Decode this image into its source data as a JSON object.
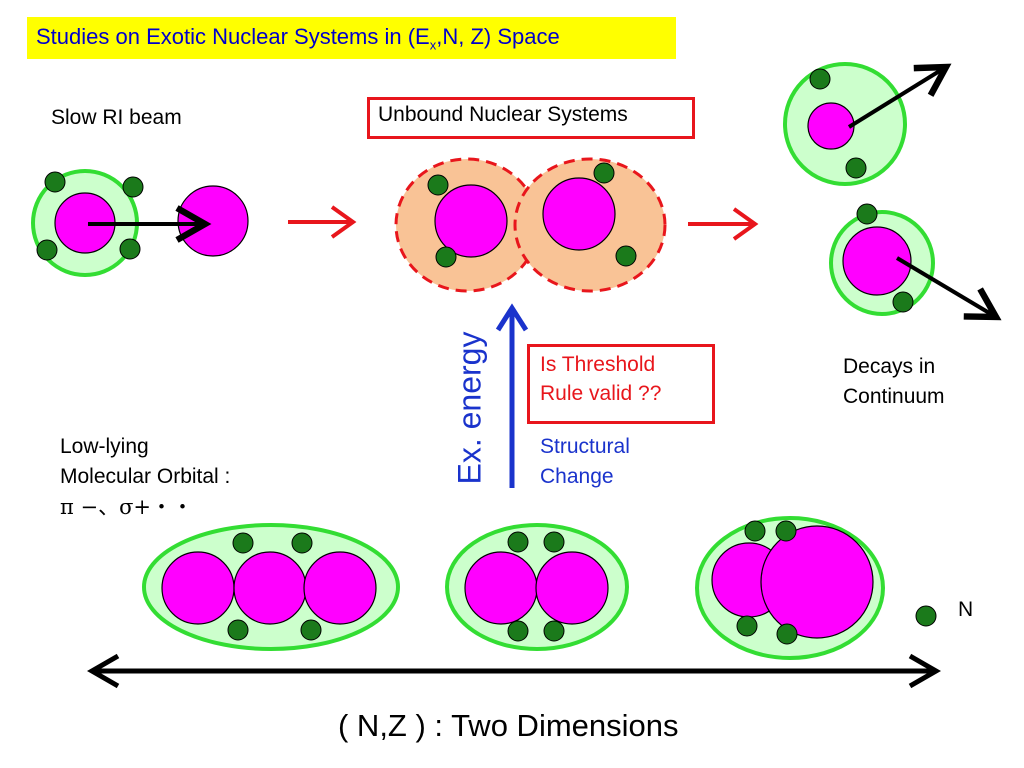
{
  "title": {
    "text_main": "Studies on Exotic Nuclear Systems in (E",
    "subscript": "x",
    "text_rest": ",N, Z) Space"
  },
  "labels": {
    "slow_ri_beam": "Slow RI beam",
    "unbound": "Unbound Nuclear Systems",
    "threshold_line1": "Is Threshold",
    "threshold_line2": "Rule valid ??",
    "ex_energy": "Ex. energy",
    "structural_line1": "Structural",
    "structural_line2": "Change",
    "lowlying_line1": "Low-lying",
    "lowlying_line2": "Molecular Orbital :",
    "lowlying_line3": "π −、σ+・・",
    "decays_line1": "Decays in",
    "decays_line2": "Continuum",
    "neutron_legend": "N",
    "bottom_axis": "( N,Z ) : Two Dimensions"
  },
  "colors": {
    "halo_fill": "#ccffcc",
    "halo_stroke": "#33dd33",
    "core": "#ff00ff",
    "neutron": "#1b7a1b",
    "unbound_fill": "#f9c396",
    "red_accent": "#e8161c",
    "blue_accent": "#1a33cc",
    "title_bg": "#ffff00"
  }
}
